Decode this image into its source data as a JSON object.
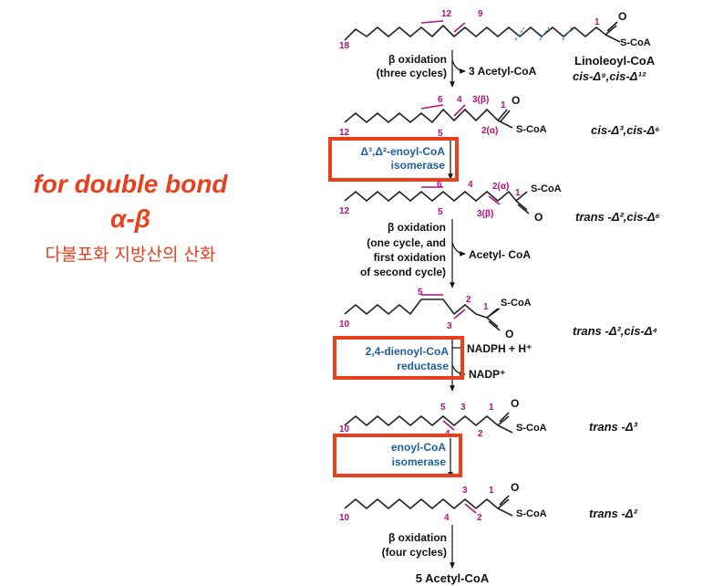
{
  "side": {
    "title_line1": "for double bond",
    "title_line2": "α-β",
    "subtitle": "다불포화 지방산의 산화"
  },
  "molecules": {
    "m1": {
      "name_line1": "Linoleoyl-CoA",
      "name_line2": "cis-Δ⁹,cis-Δ¹²",
      "n_end": "18",
      "n_c12": "12",
      "n_c9": "9",
      "n_c1": "1",
      "oxygen": "O",
      "sulfur": "S-CoA"
    },
    "m2": {
      "state": "cis-Δ³,cis-Δ⁶",
      "n_end": "12",
      "n6": "6",
      "n4": "4",
      "n3": "3(β)",
      "n5": "5",
      "n2": "2(α)",
      "n1": "1",
      "oxygen": "O",
      "sulfur": "S-CoA"
    },
    "m3": {
      "state": "trans -Δ²,cis-Δ⁶",
      "n_end": "12",
      "n6": "6",
      "n4": "4",
      "n2": "2(α)",
      "n1": "1",
      "n5": "5",
      "n3": "3(β)",
      "oxygen": "O",
      "sulfur": "S-CoA"
    },
    "m4": {
      "state": "trans -Δ²,cis-Δ⁴",
      "n_end": "10",
      "n5": "5",
      "n2": "2",
      "n1": "1",
      "n3": "3",
      "oxygen": "O",
      "sulfur": "S-CoA"
    },
    "m5": {
      "state": "trans -Δ³",
      "n_end": "10",
      "n5": "5",
      "n3": "3",
      "n1": "1",
      "n4": "4",
      "n2": "2",
      "oxygen": "O",
      "sulfur": "S-CoA"
    },
    "m6": {
      "state": "trans -Δ²",
      "n_end": "10",
      "n3": "3",
      "n1": "1",
      "n4": "4",
      "n2": "2",
      "oxygen": "O",
      "sulfur": "S-CoA"
    }
  },
  "steps": {
    "s1": {
      "line1": "β oxidation",
      "line2": "(three cycles)",
      "product": "3 Acetyl-CoA"
    },
    "s2": {
      "enzyme_line1": "Δ³,Δ²-enoyl-CoA",
      "enzyme_line2": "isomerase"
    },
    "s3": {
      "line1": "β oxidation",
      "line2": "(one cycle, and",
      "line3": "first oxidation",
      "line4": "of second cycle)",
      "product": "Acetyl- CoA"
    },
    "s4": {
      "enzyme_line1": "2,4-dienoyl-CoA",
      "enzyme_line2": "reductase",
      "input": "NADPH  +  H⁺",
      "output": "NADP⁺"
    },
    "s5": {
      "enzyme_line1": "enoyl-CoA",
      "enzyme_line2": "isomerase"
    },
    "s6": {
      "line1": "β oxidation",
      "line2": "(four cycles)",
      "final_product": "5 Acetyl-CoA"
    }
  },
  "colors": {
    "highlight_box": "#e8401c",
    "enzyme_text": "#1f5f9a",
    "carbon_number": "#b0127f",
    "cleavage_mark": "#3a8fd0"
  }
}
